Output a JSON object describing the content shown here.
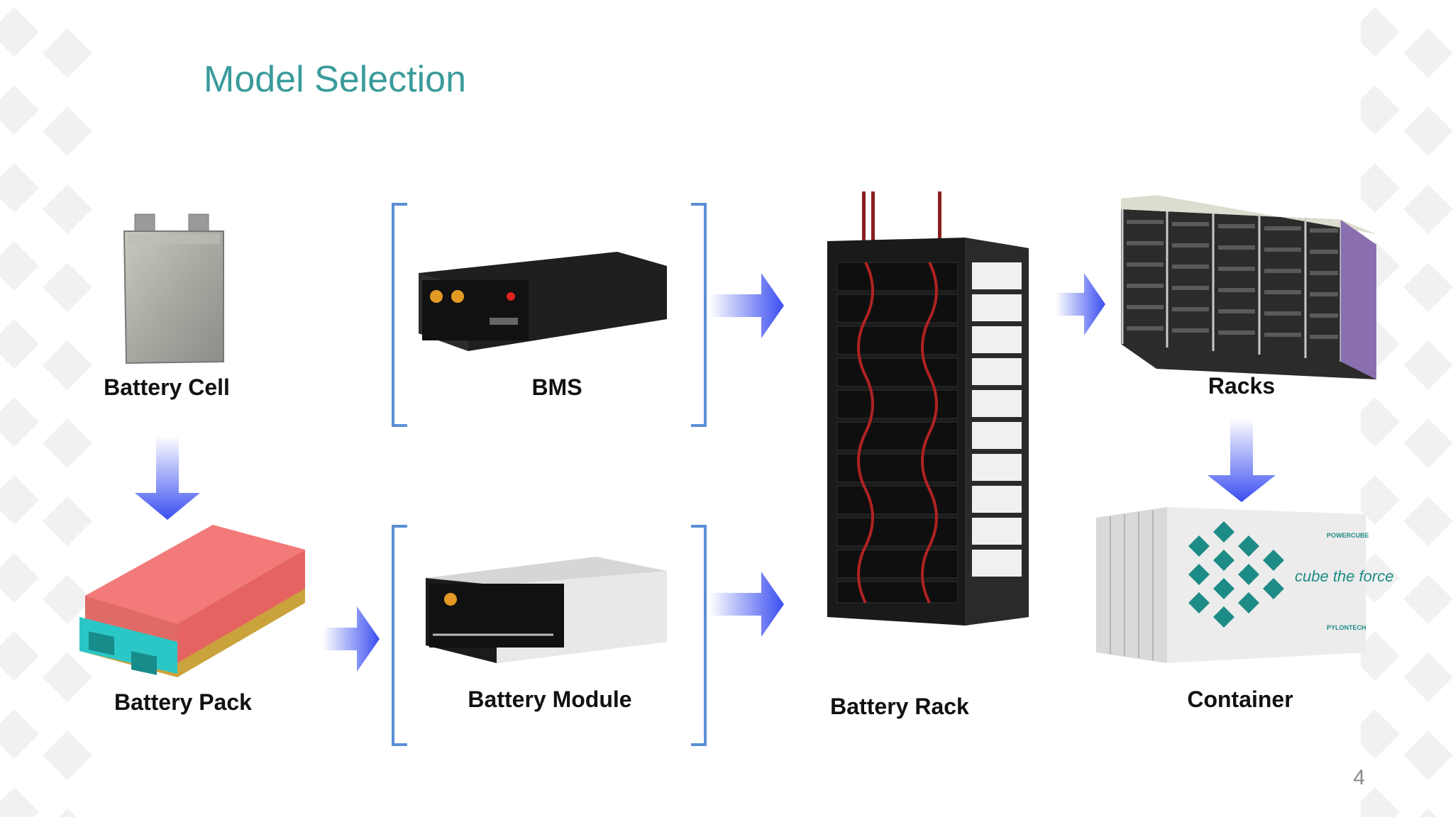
{
  "slide": {
    "title": "Model Selection",
    "page_number": "4"
  },
  "components": {
    "battery_cell": "Battery Cell",
    "battery_pack": "Battery Pack",
    "bms": "BMS",
    "battery_module": "Battery Module",
    "battery_rack": "Battery Rack",
    "racks": "Racks",
    "container": "Container"
  },
  "container_art": {
    "brand_top": "POWERCUBE",
    "slogan": "cube the force",
    "brand_bottom": "PYLONTECH"
  },
  "colors": {
    "title": "#3a9b9b",
    "bracket": "#5b8fd6",
    "arrow": "#3a4ef0",
    "container_teal": "#1e8c86"
  }
}
